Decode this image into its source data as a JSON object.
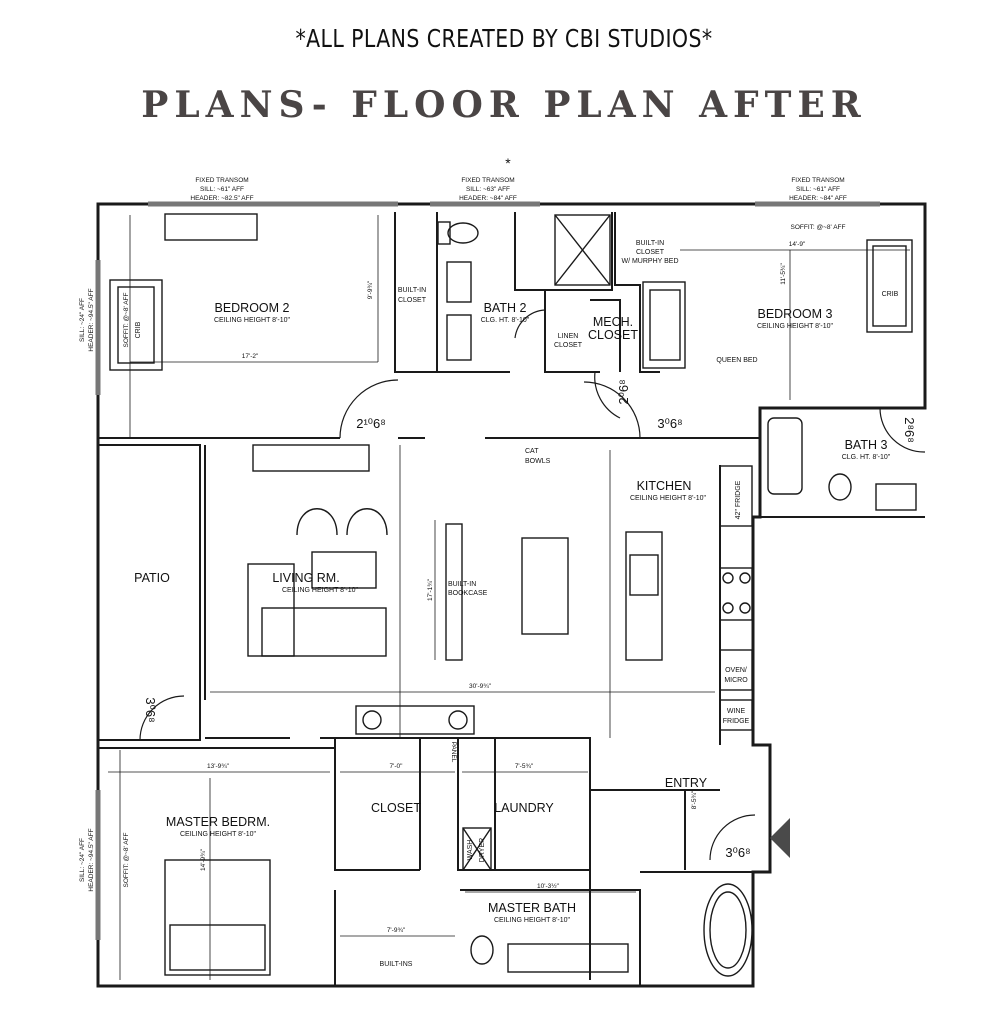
{
  "header": {
    "credit": "*ALL PLANS CREATED BY CBI STUDIOS*",
    "title": "PLANS- FLOOR PLAN AFTER",
    "asterisk": "*"
  },
  "transoms": {
    "left": [
      "FIXED TRANSOM",
      "SILL: ~61\" AFF",
      "HEADER: ~82.5\" AFF"
    ],
    "center": [
      "FIXED TRANSOM",
      "SILL: ~63\" AFF",
      "HEADER: ~84\" AFF"
    ],
    "right": [
      "FIXED TRANSOM",
      "SILL: ~61\" AFF",
      "HEADER: ~84\" AFF"
    ]
  },
  "rooms": {
    "bedroom2": {
      "name": "BEDROOM 2",
      "sub": "CEILING HEIGHT 8'-10\""
    },
    "bath2": {
      "name": "BATH 2",
      "sub": "CLG. HT. 8'-10\""
    },
    "bedroom3": {
      "name": "BEDROOM 3",
      "sub": "CEILING HEIGHT 8'-10\""
    },
    "mech": {
      "line1": "MECH.",
      "line2": "CLOSET"
    },
    "bath3": {
      "name": "BATH 3",
      "sub": "CLG. HT. 8'-10\""
    },
    "kitchen": {
      "name": "KITCHEN",
      "sub": "CEILING HEIGHT 8'-10\""
    },
    "living": {
      "name": "LIVING RM.",
      "sub": "CEILING HEIGHT 8'-10\""
    },
    "patio": {
      "name": "PATIO"
    },
    "entry": {
      "name": "ENTRY"
    },
    "master": {
      "name": "MASTER BEDRM.",
      "sub": "CEILING HEIGHT 8'-10\""
    },
    "closet": {
      "name": "CLOSET"
    },
    "laundry": {
      "name": "LAUNDRY"
    },
    "masterbath": {
      "name": "MASTER BATH",
      "sub": "CEILING HEIGHT 8'-10\""
    }
  },
  "labels": {
    "builtin_closet": [
      "BUILT-IN",
      "CLOSET"
    ],
    "linen_closet": [
      "LINEN",
      "CLOSET"
    ],
    "murphy": [
      "BUILT-IN",
      "CLOSET",
      "W/ MURPHY BED"
    ],
    "crib": "CRIB",
    "queen_bed": "QUEEN BED",
    "cat_bowls": [
      "CAT",
      "BOWLS"
    ],
    "bookcase": [
      "BUILT-IN",
      "BOOKCASE"
    ],
    "fridge": "42\" FRIDGE",
    "oven": [
      "OVEN/",
      "MICRO"
    ],
    "wine": [
      "WINE",
      "FRIDGE"
    ],
    "washer": "WASH",
    "dryer": "DRYER",
    "panel": "PANEL",
    "builtins": "BUILT-INS",
    "soffit_top": "SOFFIT: @~8' AFF",
    "soffit_left": "SOFFIT: @~8' AFF",
    "sill_left": [
      "SILL: ~24\" AFF",
      "HEADER: ~94.5\" AFF"
    ]
  },
  "doors": {
    "bed2": "2¹⁰6⁸",
    "bed3": "3⁰6⁸",
    "mech": "2⁰6⁸",
    "bath3": "2⁸6⁸",
    "patio": "3⁰6⁸",
    "entry": "3⁰6⁸"
  },
  "dims": {
    "bed2_width": "17'-2\"",
    "bed2_height": "9'-9¾\"",
    "bed3_width": "14'-9\"",
    "bed3_height": "11'-5¾\"",
    "living_width": "30'-9¾\"",
    "living_height": "17'-1¾\"",
    "master_width": "13'-9¾\"",
    "master_height": "14'-9¾\"",
    "closet_width": "7'-0\"",
    "laundry_width": "7'-5¾\"",
    "masterbath_width": "10'-3½\"",
    "builtins_width": "7'-9¾\"",
    "entry_height": "8'-5¾\""
  },
  "colors": {
    "line": "#1a1a1a",
    "title": "#4a4545",
    "marker": "#4a4a4a"
  }
}
